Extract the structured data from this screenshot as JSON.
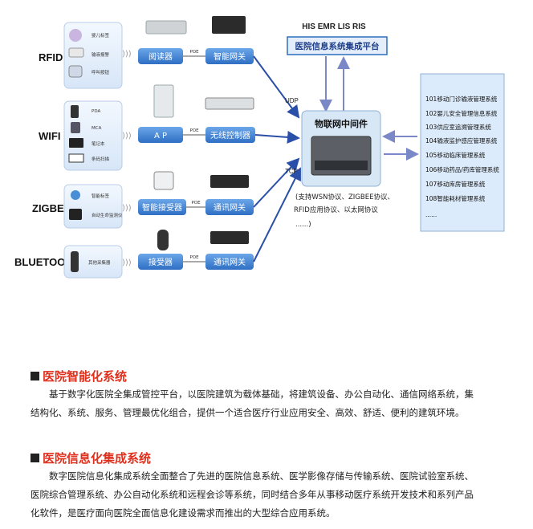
{
  "diagram": {
    "rows": [
      {
        "name": "RFID",
        "card_items": [
          "婴儿标签",
          "输液报警",
          "呼叫按钮"
        ],
        "node1": "阅读器",
        "poe": "POE",
        "node2": "智能网关"
      },
      {
        "name": "WIFI",
        "card_items": [
          "PDA",
          "MCA",
          "笔记本",
          "条码扫描"
        ],
        "node1": "A P",
        "poe": "POE",
        "node2": "无线控制器"
      },
      {
        "name": "ZIGBEE",
        "card_items": [
          "智能标签",
          "自动生命监测仪"
        ],
        "node1": "智能接受器",
        "poe": "POE",
        "node2": "通讯网关"
      },
      {
        "name": "BLUETOOTH",
        "card_items": [
          "其他采集器"
        ],
        "node1": "接受器",
        "poe": "POE",
        "node2": "通讯网关"
      }
    ],
    "top_labels": "HIS  EMR  LIS  RIS",
    "platform": "医院信息系统集成平台",
    "middleware": "物联网中间件",
    "udp": "UDP",
    "tcp": "TCP",
    "protocol_lines": [
      "(支持WSN协议、ZIGBEE协议、",
      "RFID应用协议、以太网协议",
      "......)"
    ],
    "systems": [
      "101移动门诊输液管理系统",
      "102婴儿安全管理信息系统",
      "103供应室追溯管理系统",
      "104输液监护感应管理系统",
      "105移动临床管理系统",
      "106移动药品/药库管理系统",
      "107移动库房管理系统",
      "108智能耗材管理系统",
      "......"
    ]
  },
  "sections": [
    {
      "title": "医院智能化系统",
      "lines": [
        "基于数字化医院全集成管控平台，以医院建筑为载体基础，将建筑设备、办公自动化、通信网络系统，集",
        "结构化、系统、服务、管理最优化组合，提供一个适合医疗行业应用安全、高效、舒适、便利的建筑环境。"
      ]
    },
    {
      "title": "医院信息化集成系统",
      "lines": [
        "数字医院信息化集成系统全面整合了先进的医院信息系统、医学影像存储与传输系统、医院试验室系统、",
        "医院综合管理系统、办公自动化系统和远程会诊等系统，同时结合多年从事移动医疗系统开发技术和系列产品",
        "化软件，是医疗面向医院全面信息化建设需求而推出的大型综合应用系统。"
      ]
    }
  ],
  "colors": {
    "accent_red": "#e0301e",
    "node_blue": "#3a7fd0",
    "panel_blue": "#dcebfb",
    "arrow_blue": "#2a4fa8",
    "platform_border": "#2c6fbe"
  }
}
